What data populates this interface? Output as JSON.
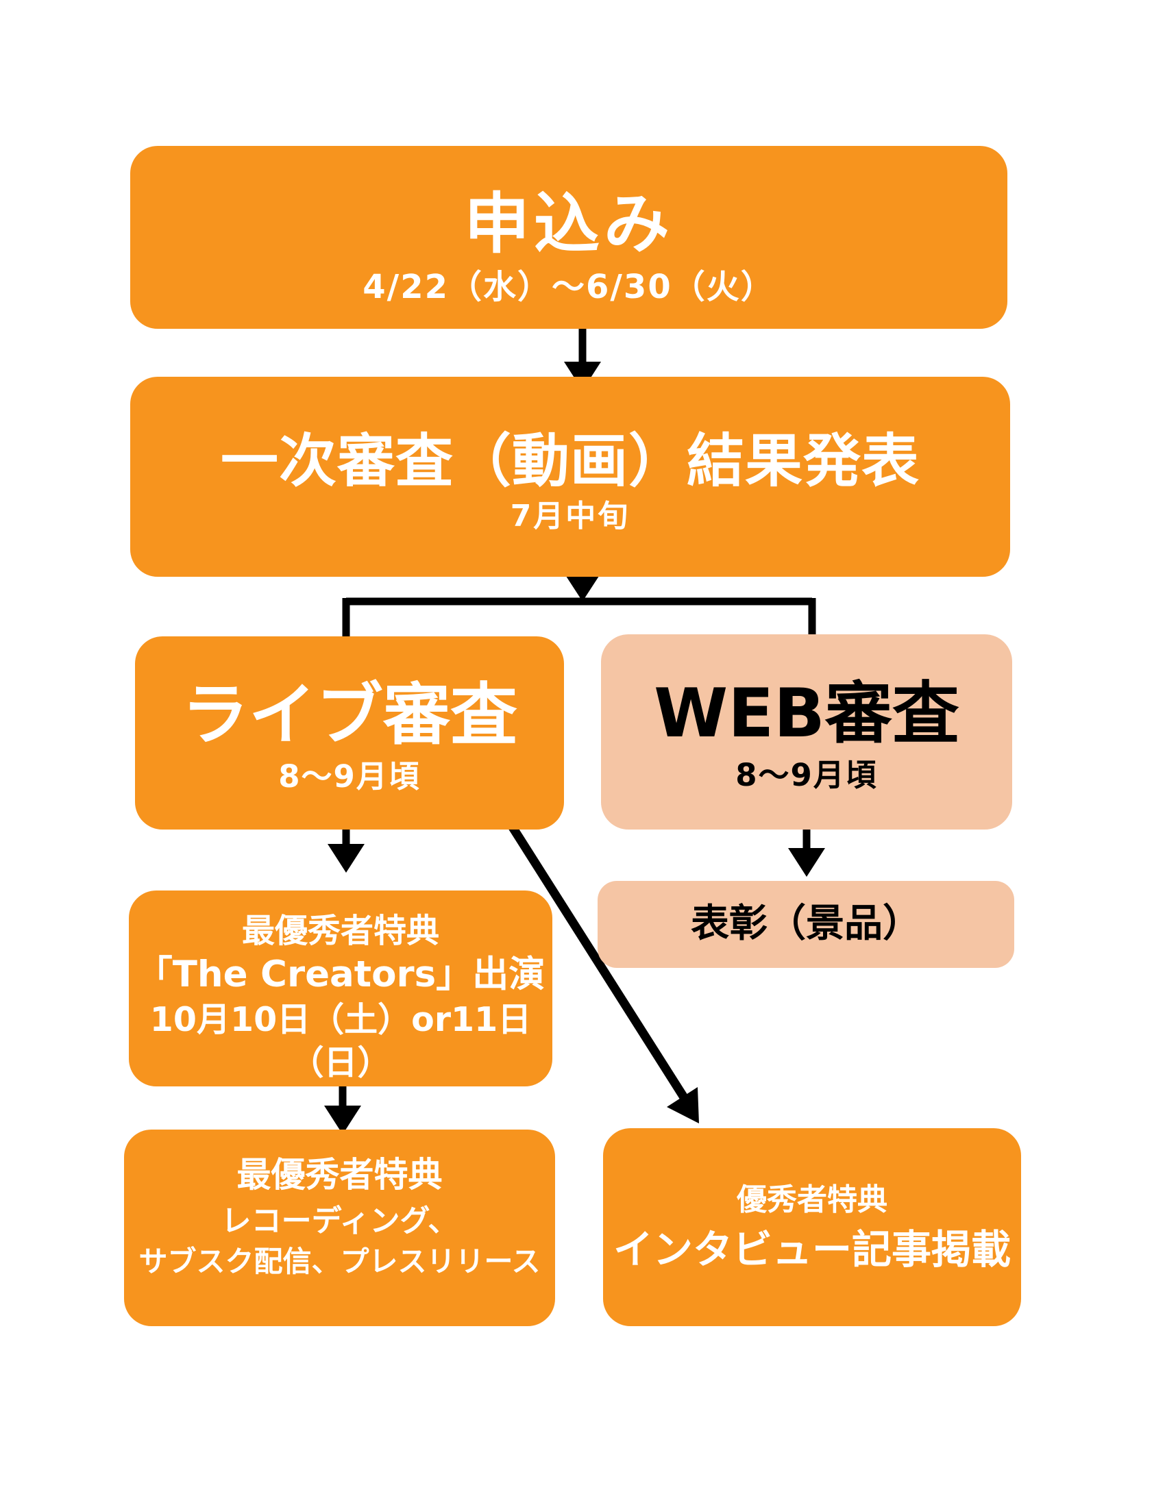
{
  "theme": {
    "orange": "#F7941E",
    "peach": "#F5C5A4",
    "connector": "#000000",
    "text_on_orange": "#FFFFFF",
    "text_on_peach": "#000000",
    "background": "#FFFFFF"
  },
  "flow": {
    "apply": {
      "title": "申込み",
      "period": "4/22（水）～6/30（火）"
    },
    "first": {
      "title": "一次審査（動画）結果発表",
      "period": "7月中旬"
    },
    "live": {
      "title": "ライブ審査",
      "period": "8～9月頃"
    },
    "web": {
      "title": "WEB審査",
      "period": "8～9月頃"
    },
    "creators": {
      "lines": [
        "最優秀者特典",
        "「The Creators」出演",
        "10月10日（土）or11日（日）"
      ]
    },
    "award": {
      "title": "表彰（景品）"
    },
    "recording": {
      "lines": [
        "最優秀者特典",
        "レコーディング、",
        "サブスク配信、プレスリリース"
      ]
    },
    "interview": {
      "lines": [
        "優秀者特典",
        "インタビュー記事掲載"
      ]
    }
  }
}
